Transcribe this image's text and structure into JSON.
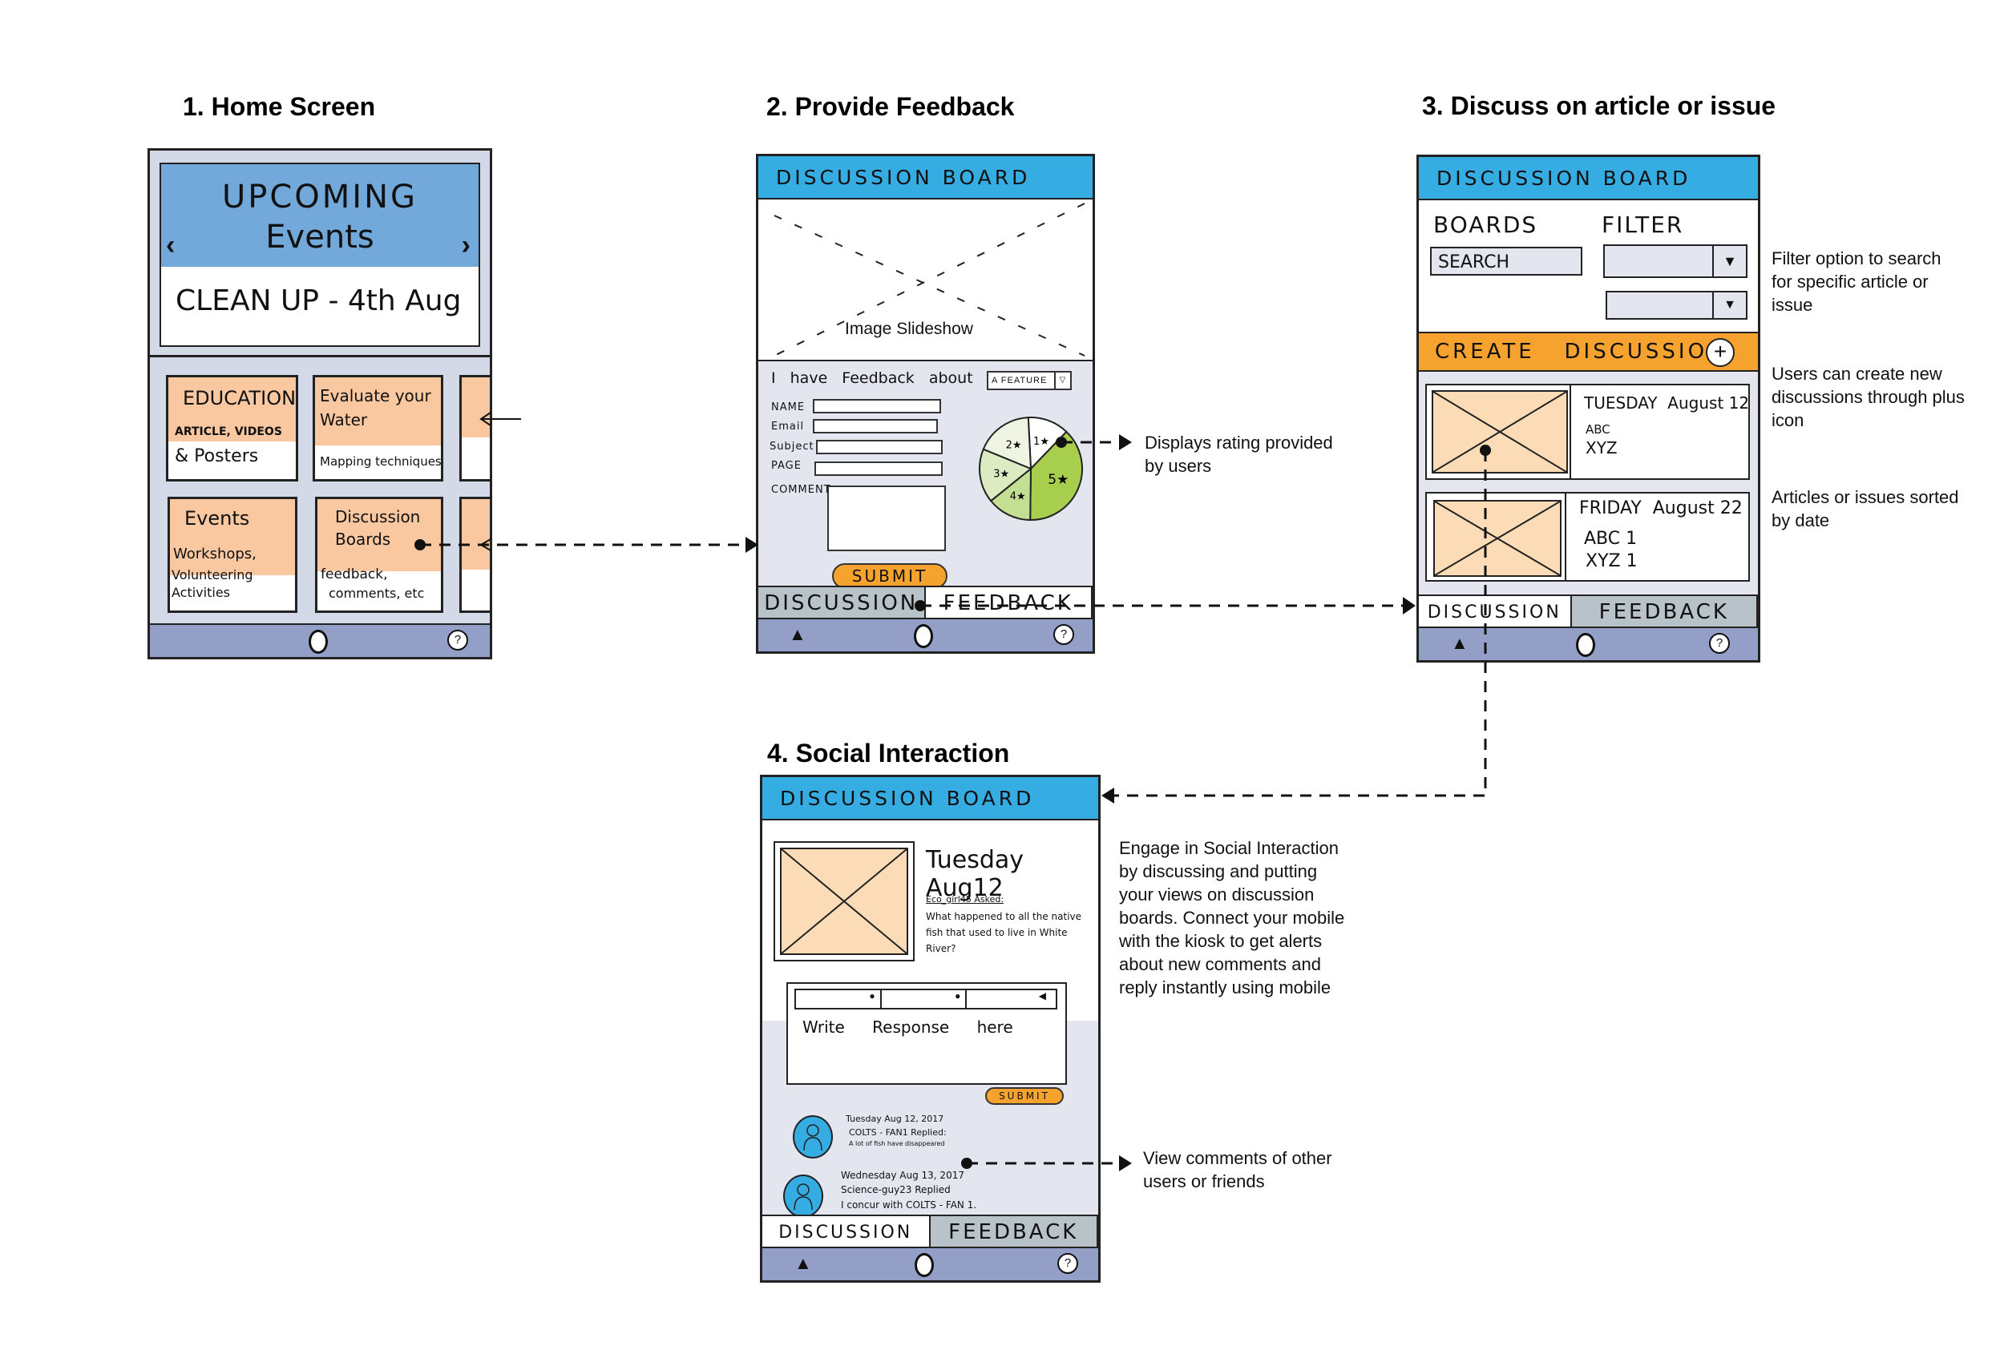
{
  "sections": [
    {
      "title": "1. Home Screen"
    },
    {
      "title": "2. Provide Feedback"
    },
    {
      "title": "3. Discuss on article or issue"
    },
    {
      "title": "4. Social Interaction"
    }
  ],
  "home": {
    "banner_title_line1": "UPCOMING",
    "banner_title_line2": "Events",
    "banner_event": "CLEAN UP - 4th Aug",
    "tiles": [
      {
        "title": "EDUCATION",
        "sub1": "ARTICLE, VIDEOS",
        "sub2": "& Posters"
      },
      {
        "title": "Evaluate your Water",
        "sub1": "Mapping techniques",
        "sub2": ""
      },
      {
        "title": "Events",
        "sub1": "Workshops,",
        "sub2": "Volunteering Activities"
      },
      {
        "title": "Discussion Boards",
        "sub1": "feedback,",
        "sub2": "comments, etc"
      }
    ]
  },
  "feedback": {
    "header": "DISCUSSION   BOARD",
    "slideshow_label": "Image Slideshow",
    "prompt": "I have Feedback about",
    "topic_select": "A FEATURE",
    "fields": [
      "NAME",
      "Email",
      "Subject",
      "PAGE",
      "COMMENT"
    ],
    "submit": "SUBMIT",
    "rating_labels": [
      "1★",
      "2★",
      "3★",
      "4★",
      "5★"
    ]
  },
  "chart_data": {
    "type": "pie",
    "title": "User ratings",
    "categories": [
      "1 star",
      "2 star",
      "3 star",
      "4 star",
      "5 star"
    ],
    "values": [
      13,
      18,
      17,
      14,
      38
    ],
    "colors": [
      "#ffffff",
      "#eef4e1",
      "#dcebc2",
      "#c3df91",
      "#a7cf4d"
    ]
  },
  "discuss": {
    "header": "DISCUSSION   BOARD",
    "boards_label": "BOARDS",
    "filter_label": "FILTER",
    "search_placeholder": "SEARCH",
    "create_label": "CREATE   DISCUSSION",
    "articles": [
      {
        "date": "TUESDAY  August 12",
        "line1": "ABC",
        "line2": "XYZ"
      },
      {
        "date": "FRIDAY  August 22",
        "line1": "ABC 1",
        "line2": "XYZ 1"
      }
    ]
  },
  "social": {
    "header": "DISCUSSION   BOARD",
    "post_date": "Tuesday Aug12",
    "post_author": "Eco_girl45 Asked:",
    "post_question": "What happened to all the native fish that used to live in White River?",
    "response_placeholder": "Write Response here",
    "submit": "SUBMIT",
    "comments": [
      {
        "date": "Tuesday Aug 12, 2017",
        "author": "COLTS - FAN1 Replied:",
        "text": "A lot of fish have disappeared"
      },
      {
        "date": "Wednesday Aug 13, 2017",
        "author": "Science-guy23 Replied",
        "text": "I concur with COLTS - FAN 1."
      }
    ]
  },
  "tabs": {
    "discussion": "DISCUSSION",
    "feedback": "FEEDBACK"
  },
  "notes": {
    "rating": "Displays rating provided\nby users",
    "filter": "Filter option to search\nfor specific article or\nissue",
    "create": "Users can create new\ndiscussions through plus\nicon",
    "sorted": "Articles or issues sorted\nby date",
    "social": "Engage in Social Interaction\nby discussing and putting\nyour views on discussion\nboards. Connect your mobile\nwith the kiosk to get alerts\nabout new comments and\nreply instantly using mobile",
    "comments": "View comments of other\nusers or friends"
  },
  "icons": {
    "home": "home-button-icon",
    "help": "help-icon",
    "alert": "bell-icon"
  }
}
